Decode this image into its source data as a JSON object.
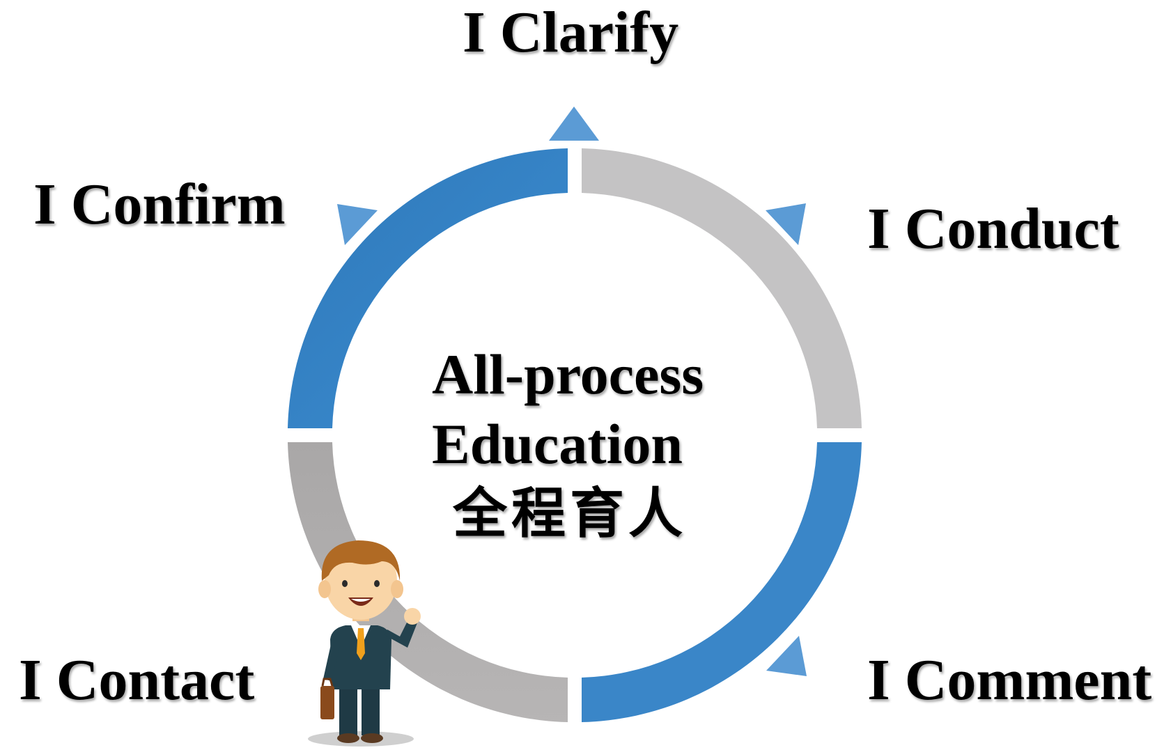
{
  "labels": {
    "clarify": "I Clarify",
    "confirm": "I Confirm",
    "conduct": "I Conduct",
    "contact": "I Contact",
    "comment": "I Comment"
  },
  "center": {
    "line1": "All-process",
    "line2": "Education",
    "line3": "全程育人"
  },
  "colors": {
    "blue": "#3a86c8",
    "blue_dark": "#2f7bbd",
    "gray": "#c4c3c4",
    "gray_dark": "#b0aeae",
    "arrow": "#5b9bd5"
  },
  "icons": [
    "businessman-illustration",
    "arrow-marker-icon"
  ]
}
